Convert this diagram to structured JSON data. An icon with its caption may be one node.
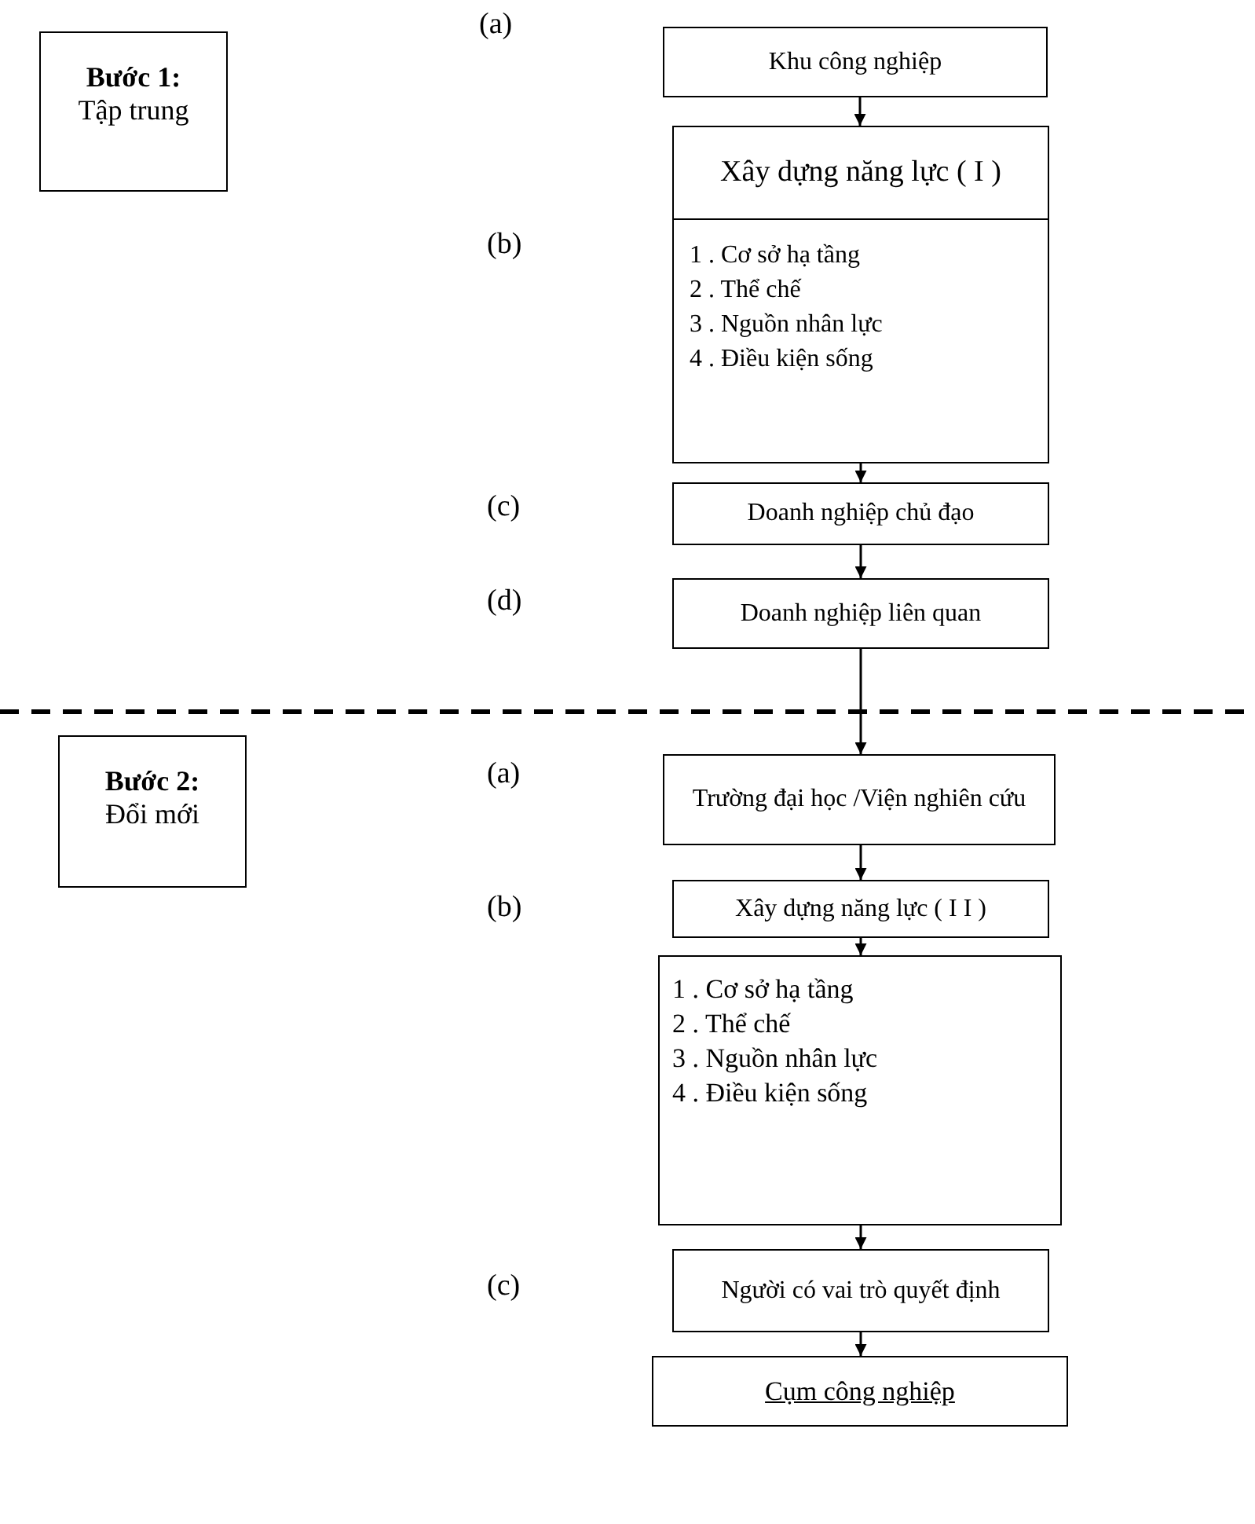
{
  "diagram": {
    "nodes": [
      {
        "text": [
          "Bước 1:",
          "Tập trung"
        ]
      },
      {
        "text": [
          "Khu công nghiệp"
        ]
      },
      {
        "text": [
          "Xây dựng năng lực ( I )",
          "1 . Cơ sở hạ tầng",
          "2 . Thể chế",
          "3 . Nguồn nhân lực",
          "4 . Điều kiện sống"
        ]
      },
      {
        "text": [
          "Doanh nghiệp chủ đạo"
        ]
      },
      {
        "text": [
          "Doanh nghiệp liên quan"
        ]
      },
      {
        "text": [
          "Bước 2:",
          "Đổi mới"
        ]
      },
      {
        "text": [
          "Trường đại học /Viện nghiên cứu"
        ]
      },
      {
        "text": [
          "Xây dựng năng lực ( I I )"
        ]
      },
      {
        "text": [
          "1 . Cơ sở hạ tầng",
          "2 . Thể chế",
          "3 . Nguồn nhân lực",
          "4 . Điều kiện sống"
        ]
      },
      {
        "text": [
          "Người có vai trò quyết định"
        ]
      },
      {
        "text": [
          "Cụm công nghiệp"
        ]
      }
    ],
    "edges": [
      {
        "from": 1,
        "to": 2,
        "arrow": "to"
      },
      {
        "from": 2,
        "to": 3,
        "arrow": "to"
      },
      {
        "from": 3,
        "to": 4,
        "arrow": "to"
      },
      {
        "from": 4,
        "to": 6,
        "arrow": "to"
      },
      {
        "from": 6,
        "to": 7,
        "arrow": "to"
      },
      {
        "from": 7,
        "to": 8,
        "arrow": "to"
      },
      {
        "from": 8,
        "to": 9,
        "arrow": "to"
      },
      {
        "from": 9,
        "to": 10,
        "arrow": "to"
      }
    ],
    "labels": [
      "(a)",
      "(b)",
      "(c)",
      "(d)",
      "(a)",
      "(b)",
      "(c)"
    ]
  }
}
